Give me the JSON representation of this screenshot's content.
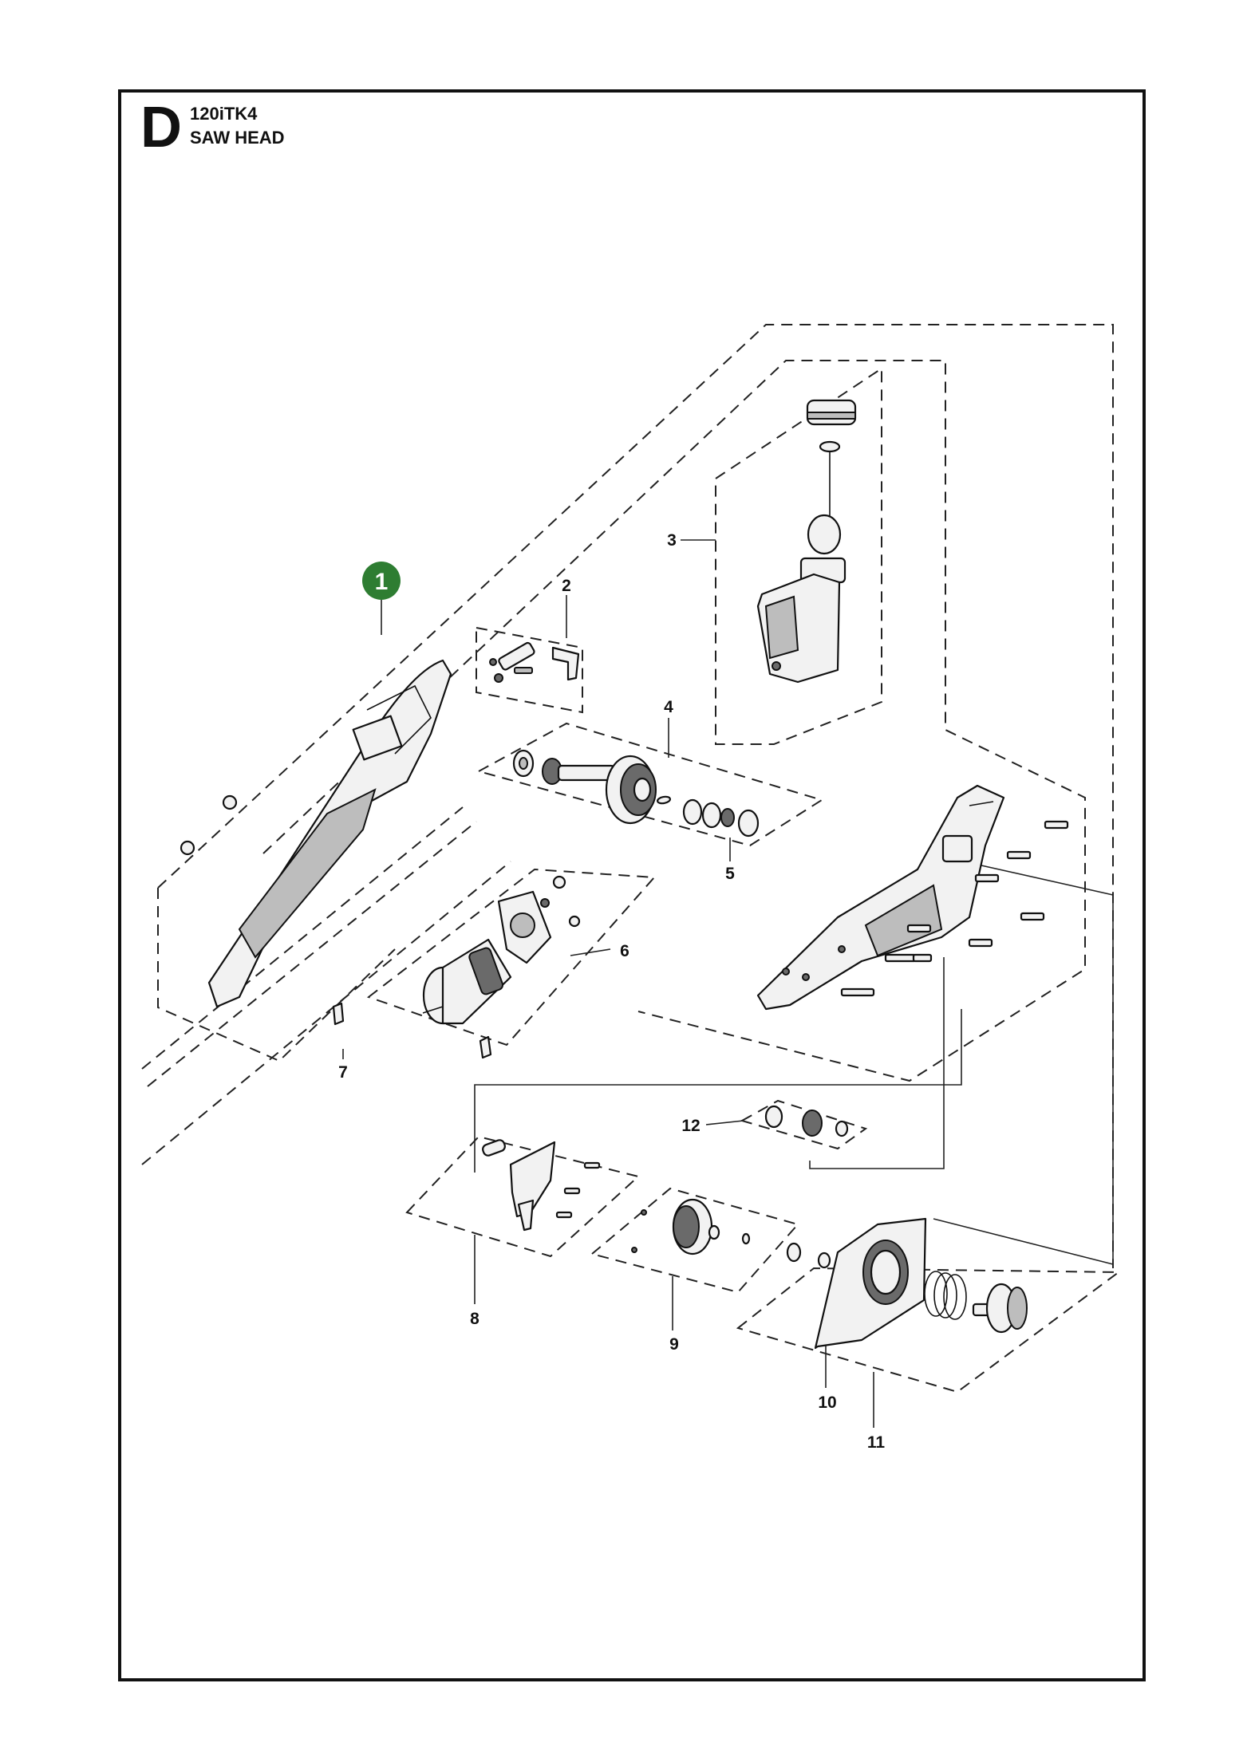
{
  "header": {
    "section_letter": "D",
    "model": "120iTK4",
    "title": "SAW HEAD"
  },
  "highlight": {
    "number": "1",
    "color": "#2e7d32"
  },
  "callouts": {
    "c2": "2",
    "c3": "3",
    "c4": "4",
    "c5": "5",
    "c6": "6",
    "c7": "7",
    "c8": "8",
    "c9": "9",
    "c10": "10",
    "c11": "11",
    "c12": "12"
  }
}
